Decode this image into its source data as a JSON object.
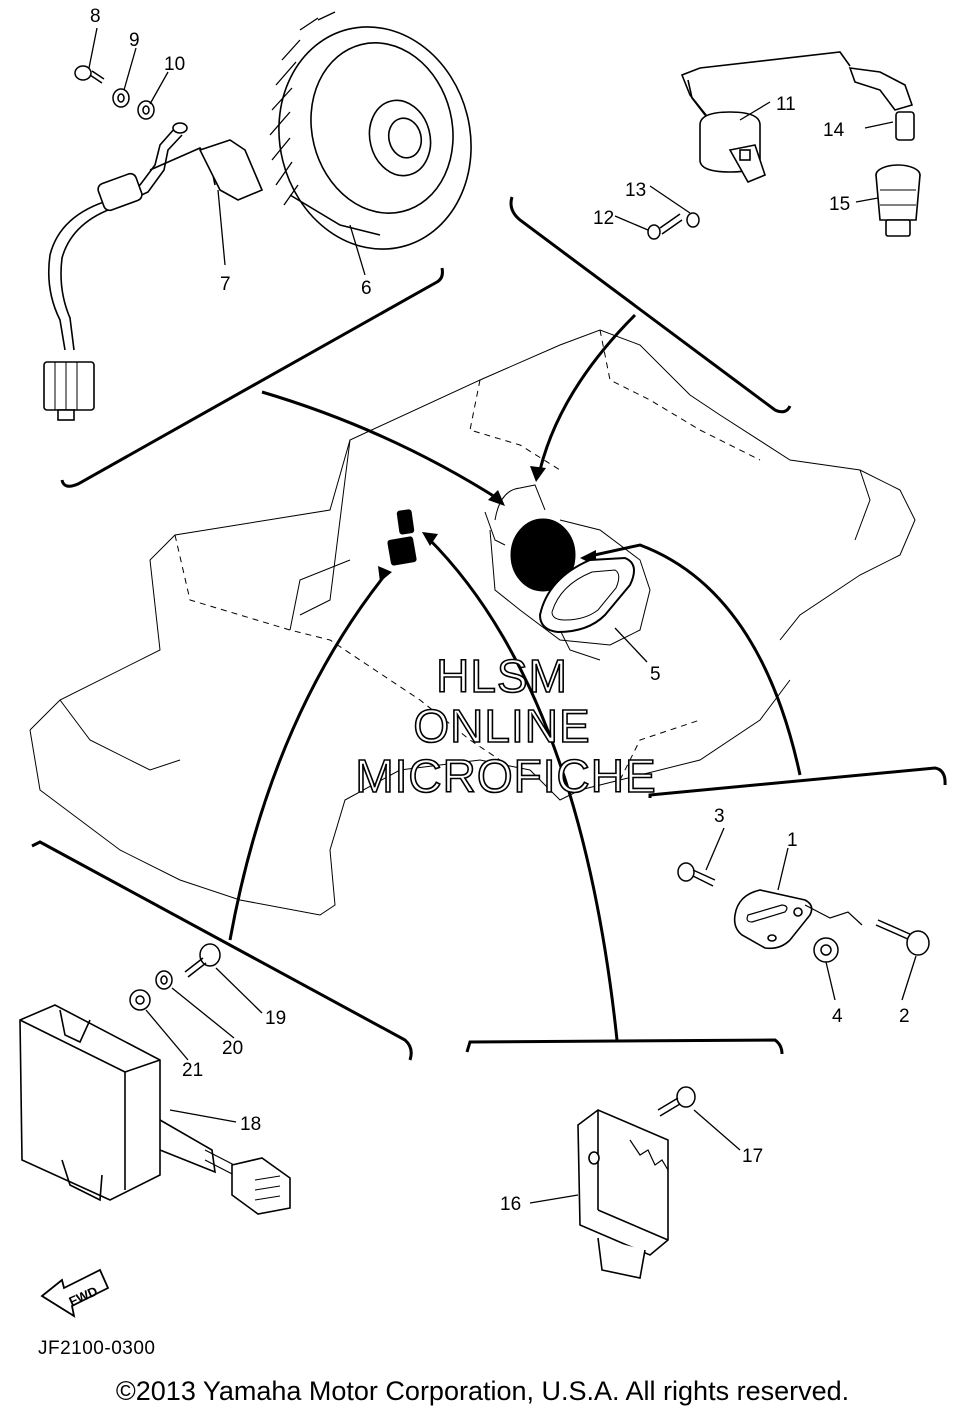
{
  "watermark": [
    "HLSM",
    "ONLINE",
    "MICROFICHE"
  ],
  "diagram_code": "JF2100-0300",
  "copyright": "©2013 Yamaha Motor Corporation, U.S.A. All rights reserved.",
  "fwd_label": "FWD",
  "callouts": {
    "c1": "1",
    "c2": "2",
    "c3": "3",
    "c4": "4",
    "c5": "5",
    "c6": "6",
    "c7": "7",
    "c8": "8",
    "c9": "9",
    "c10": "10",
    "c11": "11",
    "c12": "12",
    "c13": "13",
    "c14": "14",
    "c15": "15",
    "c16": "16",
    "c17": "17",
    "c18": "18",
    "c19": "19",
    "c20": "20",
    "c21": "21"
  }
}
